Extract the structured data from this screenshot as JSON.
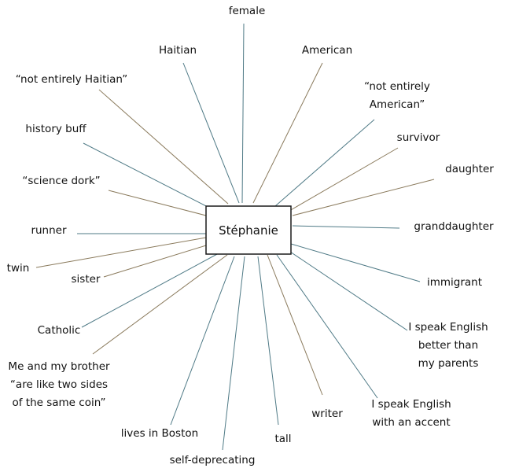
{
  "center": {
    "label": "Stéphanie"
  },
  "colors": {
    "spoke_a": "#4f7a86",
    "spoke_b": "#8a7a5c",
    "text": "#111111"
  },
  "attributes": [
    {
      "id": "female",
      "lines": [
        "female"
      ]
    },
    {
      "id": "american",
      "lines": [
        "American"
      ]
    },
    {
      "id": "not-entirely-american",
      "lines": [
        "“not entirely",
        "American”"
      ]
    },
    {
      "id": "survivor",
      "lines": [
        "survivor"
      ]
    },
    {
      "id": "daughter",
      "lines": [
        "daughter"
      ]
    },
    {
      "id": "granddaughter",
      "lines": [
        "granddaughter"
      ]
    },
    {
      "id": "immigrant",
      "lines": [
        "immigrant"
      ]
    },
    {
      "id": "speak-english-better",
      "lines": [
        "I speak English",
        "better than",
        "my parents"
      ]
    },
    {
      "id": "speak-english-accent",
      "lines": [
        "I speak English",
        "with an accent"
      ]
    },
    {
      "id": "writer",
      "lines": [
        "writer"
      ]
    },
    {
      "id": "tall",
      "lines": [
        "tall"
      ]
    },
    {
      "id": "self-deprecating",
      "lines": [
        "self-deprecating"
      ]
    },
    {
      "id": "lives-in-boston",
      "lines": [
        "lives in Boston"
      ]
    },
    {
      "id": "brother-coin",
      "lines": [
        "Me and my brother",
        "“are like two sides",
        "of the same coin”"
      ]
    },
    {
      "id": "catholic",
      "lines": [
        "Catholic"
      ]
    },
    {
      "id": "sister",
      "lines": [
        "sister"
      ]
    },
    {
      "id": "twin",
      "lines": [
        "twin"
      ]
    },
    {
      "id": "runner",
      "lines": [
        "runner"
      ]
    },
    {
      "id": "science-dork",
      "lines": [
        "“science dork”"
      ]
    },
    {
      "id": "history-buff",
      "lines": [
        "history buff"
      ]
    },
    {
      "id": "not-entirely-haitian",
      "lines": [
        "“not entirely Haitian”"
      ]
    },
    {
      "id": "haitian",
      "lines": [
        "Haitian"
      ]
    }
  ]
}
